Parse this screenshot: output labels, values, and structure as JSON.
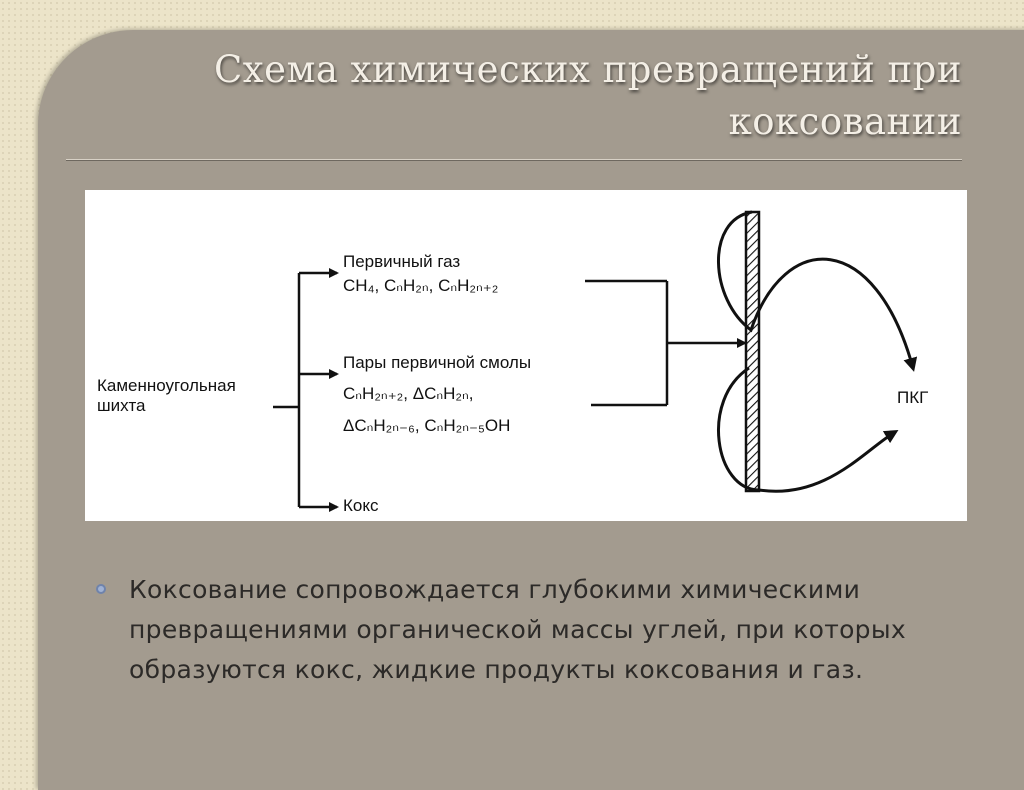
{
  "slide": {
    "title": "Схема химических превращений при коксовании"
  },
  "diagram": {
    "source": "Каменноугольная шихта",
    "primary_gas": {
      "label": "Первичный газ",
      "formula": "CH₄, CₙH₂ₙ, CₙH₂ₙ₊₂"
    },
    "tar_vapors": {
      "label": "Пары первичной смолы",
      "formula_line1": "CₙH₂ₙ₊₂, ΔCₙH₂ₙ,",
      "formula_line2": "ΔCₙH₂ₙ₋₆, CₙH₂ₙ₋₅OH"
    },
    "coke": {
      "label": "Кокс"
    },
    "product": {
      "label": "ПКГ"
    }
  },
  "bullets": [
    {
      "text": "Коксование сопровождается глубокими химическими превращениями органической массы углей, при которых образуются кокс, жидкие продукты коксования и газ."
    }
  ],
  "colors": {
    "panel": "#a39b8f",
    "page": "#ece4c9",
    "title_text": "#f4efe6",
    "bullet_dot": "#9fb1d3"
  }
}
